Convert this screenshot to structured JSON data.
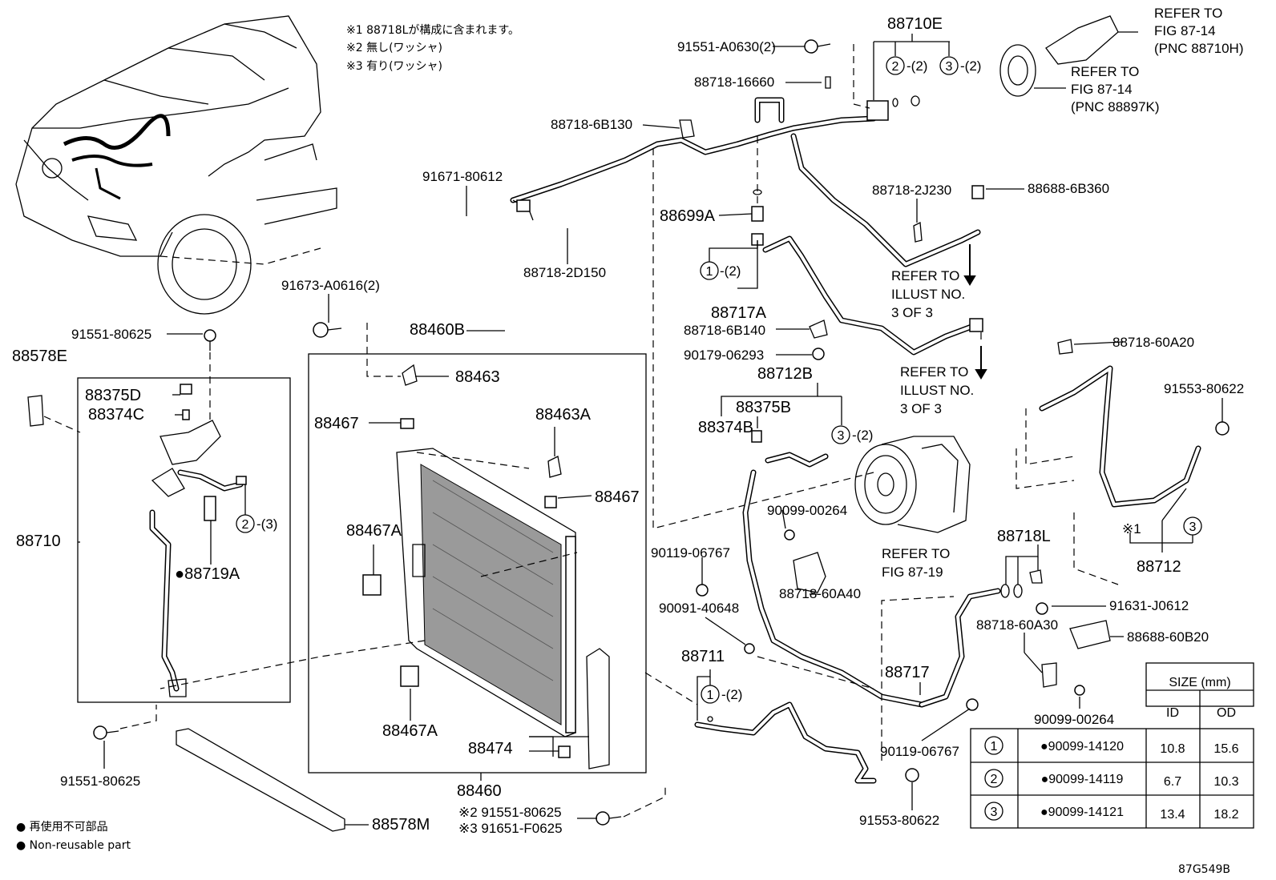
{
  "notes": {
    "n1": "※1 88718Lが構成に含まれます。",
    "n2": "※2 無し(ワッシャ)",
    "n3": "※3 有り(ワッシャ)"
  },
  "refs": {
    "r1a": "REFER TO",
    "r1b": "FIG 87-14",
    "r1c": "(PNC 88710H)",
    "r2a": "REFER TO",
    "r2b": "FIG 87-14",
    "r2c": "(PNC 88897K)",
    "r3a": "REFER TO",
    "r3b": "ILLUST NO.",
    "r3c": "3 OF 3",
    "r4a": "REFER TO",
    "r4b": "ILLUST NO.",
    "r4c": "3 OF 3",
    "r5a": "REFER TO",
    "r5b": "FIG 87-19"
  },
  "parts": {
    "p88710E": "88710E",
    "p91551A0630": "91551-A0630(2)",
    "p2x2a": "-(2)",
    "p3x2a": "-(2)",
    "p8871816660": "88718-16660",
    "p887186B130": "88718-6B130",
    "p9167180612": "91671-80612",
    "p887182J230": "88718-2J230",
    "p886886B360": "88688-6B360",
    "p88699A": "88699A",
    "p1x2b": "-(2)",
    "p887182D150": "88718-2D150",
    "p88717A": "88717A",
    "p91673A0616": "91673-A0616(2)",
    "p88460B": "88460B",
    "p887186B140": "88718-6B140",
    "p9155180625a": "91551-80625",
    "p9017906293": "90179-06293",
    "p88578E": "88578E",
    "p88712B": "88712B",
    "p88463": "88463",
    "p88375D": "88375D",
    "p88374C": "88374C",
    "p88375B": "88375B",
    "p88374B": "88374B",
    "p3x2c": "-(2)",
    "p88467a": "88467",
    "p88463A": "88463A",
    "p887186A20": "88718-60A20",
    "p9155380622a": "91553-80622",
    "p88467b": "88467",
    "p2x3": "-(3)",
    "p9009900264a": "90099-00264",
    "p88710": "88710",
    "p88467Aa": "88467A",
    "p88719A": "●88719A",
    "p9011906767a": "90119-06767",
    "p887186A40": "88718-60A40",
    "p88718L": "88718L",
    "p88712": "88712",
    "mark1": "※1",
    "p9009140648": "90091-40648",
    "p9163J0612": "91631-J0612",
    "p887186A30": "88718-60A30",
    "p886886B20": "88688-60B20",
    "p88711": "88711",
    "p1x2c": "-(2)",
    "p88717": "88717",
    "p88467Ab": "88467A",
    "p88474": "88474",
    "p9009900264b": "90099-00264",
    "p9011906767b": "90119-06767",
    "p9155180625b": "91551-80625",
    "p88460": "88460",
    "p9155180625c": "※2 91551-80625",
    "p91651F0625": "※3 91651-F0625",
    "p88578M": "88578M",
    "p9155380622b": "91553-80622"
  },
  "legend": {
    "jp": "● 再使用不可部品",
    "en": "● Non-reusable part"
  },
  "figure_id": "87G549B",
  "size_table": {
    "header": "SIZE (mm)",
    "col_id": "ID",
    "col_od": "OD",
    "rows": [
      {
        "num": "1",
        "part": "●90099-14120",
        "id": "10.8",
        "od": "15.6"
      },
      {
        "num": "2",
        "part": "●90099-14119",
        "id": "6.7",
        "od": "10.3"
      },
      {
        "num": "3",
        "part": "●90099-14121",
        "id": "13.4",
        "od": "18.2"
      }
    ]
  },
  "circles": {
    "c1": "1",
    "c2": "2",
    "c3": "3"
  }
}
